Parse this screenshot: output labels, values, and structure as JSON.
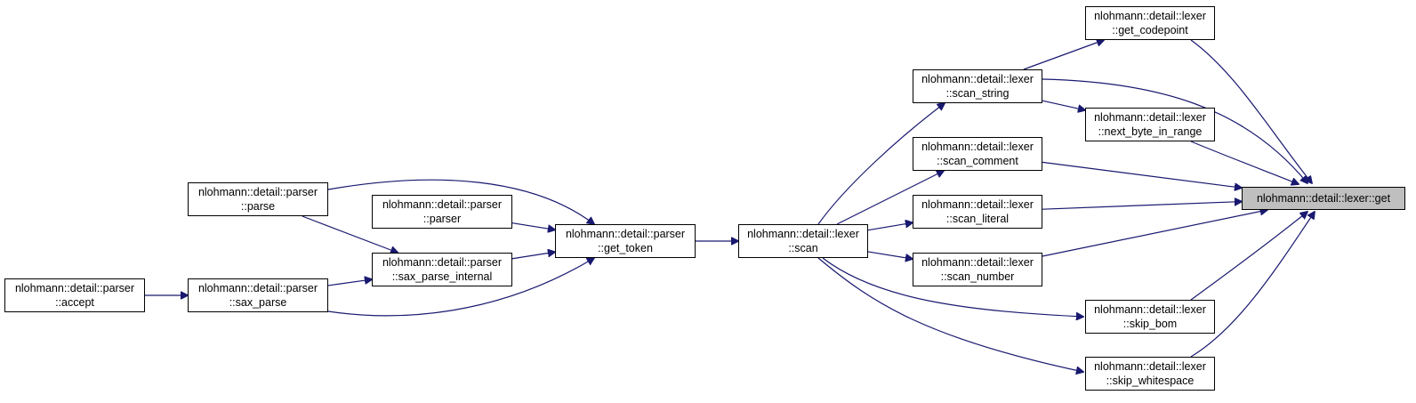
{
  "colors": {
    "edge": "#191970",
    "node_border": "#000000",
    "node_fill": "#ffffff",
    "root_fill": "#bfbfbf"
  },
  "nodes": [
    {
      "id": "get",
      "line1": "nlohmann::detail::lexer::get",
      "line2": ""
    },
    {
      "id": "get_codepoint",
      "line1": "nlohmann::detail::lexer",
      "line2": "::get_codepoint"
    },
    {
      "id": "next_byte_in_range",
      "line1": "nlohmann::detail::lexer",
      "line2": "::next_byte_in_range"
    },
    {
      "id": "skip_bom",
      "line1": "nlohmann::detail::lexer",
      "line2": "::skip_bom"
    },
    {
      "id": "skip_whitespace",
      "line1": "nlohmann::detail::lexer",
      "line2": "::skip_whitespace"
    },
    {
      "id": "scan_string",
      "line1": "nlohmann::detail::lexer",
      "line2": "::scan_string"
    },
    {
      "id": "scan_comment",
      "line1": "nlohmann::detail::lexer",
      "line2": "::scan_comment"
    },
    {
      "id": "scan_literal",
      "line1": "nlohmann::detail::lexer",
      "line2": "::scan_literal"
    },
    {
      "id": "scan_number",
      "line1": "nlohmann::detail::lexer",
      "line2": "::scan_number"
    },
    {
      "id": "scan",
      "line1": "nlohmann::detail::lexer",
      "line2": "::scan"
    },
    {
      "id": "get_token",
      "line1": "nlohmann::detail::parser",
      "line2": "::get_token"
    },
    {
      "id": "parse",
      "line1": "nlohmann::detail::parser",
      "line2": "::parse"
    },
    {
      "id": "parser",
      "line1": "nlohmann::detail::parser",
      "line2": "::parser"
    },
    {
      "id": "sax_parse_internal",
      "line1": "nlohmann::detail::parser",
      "line2": "::sax_parse_internal"
    },
    {
      "id": "sax_parse",
      "line1": "nlohmann::detail::parser",
      "line2": "::sax_parse"
    },
    {
      "id": "accept",
      "line1": "nlohmann::detail::parser",
      "line2": "::accept"
    }
  ],
  "edges": [
    {
      "from": "get_codepoint",
      "to": "get"
    },
    {
      "from": "scan_string",
      "to": "get"
    },
    {
      "from": "next_byte_in_range",
      "to": "get"
    },
    {
      "from": "scan_comment",
      "to": "get"
    },
    {
      "from": "scan_literal",
      "to": "get"
    },
    {
      "from": "scan_number",
      "to": "get"
    },
    {
      "from": "skip_bom",
      "to": "get"
    },
    {
      "from": "skip_whitespace",
      "to": "get"
    },
    {
      "from": "scan_string",
      "to": "get_codepoint"
    },
    {
      "from": "scan_string",
      "to": "next_byte_in_range"
    },
    {
      "from": "scan",
      "to": "scan_string"
    },
    {
      "from": "scan",
      "to": "scan_comment"
    },
    {
      "from": "scan",
      "to": "scan_literal"
    },
    {
      "from": "scan",
      "to": "scan_number"
    },
    {
      "from": "scan",
      "to": "skip_bom"
    },
    {
      "from": "scan",
      "to": "skip_whitespace"
    },
    {
      "from": "get_token",
      "to": "scan"
    },
    {
      "from": "parse",
      "to": "get_token"
    },
    {
      "from": "parser",
      "to": "get_token"
    },
    {
      "from": "sax_parse_internal",
      "to": "get_token"
    },
    {
      "from": "sax_parse",
      "to": "get_token"
    },
    {
      "from": "parse",
      "to": "sax_parse_internal"
    },
    {
      "from": "sax_parse",
      "to": "sax_parse_internal"
    },
    {
      "from": "accept",
      "to": "sax_parse"
    }
  ]
}
